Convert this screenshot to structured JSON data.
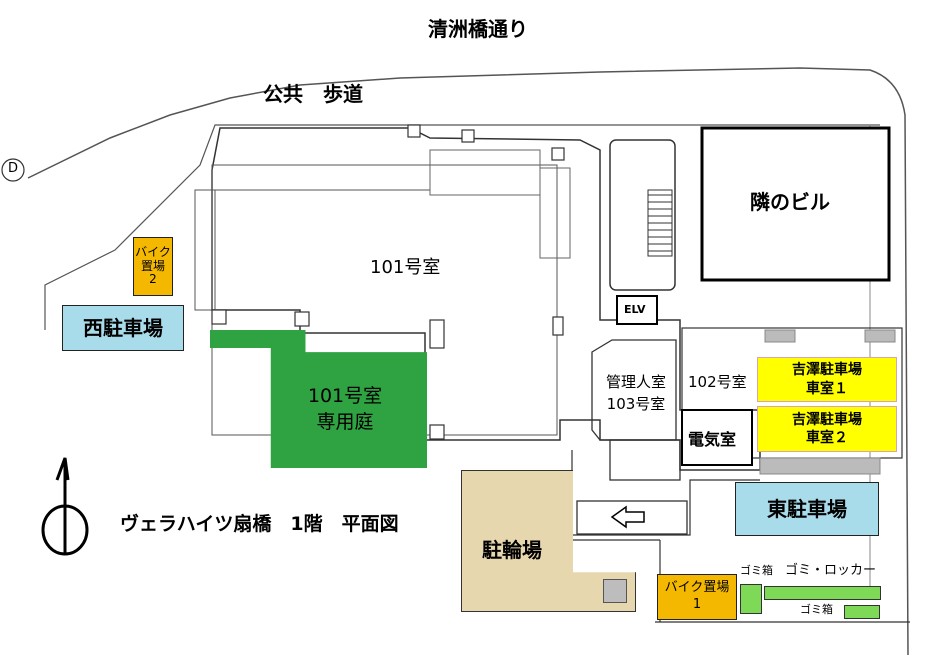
{
  "map": {
    "street_name": "清洲橋通り",
    "sidewalk": "公共　歩道",
    "plan_title": "ヴェラハイツ扇橋　1階　平面図",
    "compass_mark": "D",
    "neighbor_building": "隣のビル",
    "room_101": "101号室",
    "garden": {
      "line1": "101号室",
      "line2": "専用庭"
    },
    "west_parking": "西駐車場",
    "east_parking": "東駐車場",
    "bike_parking_2": {
      "line1": "バイク",
      "line2": "置場",
      "line3": "2"
    },
    "bike_parking_1": {
      "line1": "バイク置場",
      "line2": "1"
    },
    "elevator": "ELV",
    "manager_room": {
      "line1": "管理人室",
      "line2": "103号室"
    },
    "room_102": "102号室",
    "electric_room": "電気室",
    "yoshizawa_garage_1": {
      "line1": "吉澤駐車場",
      "line2": "車室１"
    },
    "yoshizawa_garage_2": {
      "line1": "吉澤駐車場",
      "line2": "車室２"
    },
    "bicycle_parking": "駐輪場",
    "trash_box_1": "ゴミ箱",
    "trash_locker": "ゴミ・ロッカー",
    "trash_box_2": "ゴミ箱",
    "colors": {
      "garden": "#2fa342",
      "parking_blue": "#a9dcea",
      "yoshizawa_yellow": "#ffff00",
      "bike_orange": "#f5b800",
      "bicycle_tan": "#e6d7ae",
      "trash_green": "#7ed957"
    }
  }
}
